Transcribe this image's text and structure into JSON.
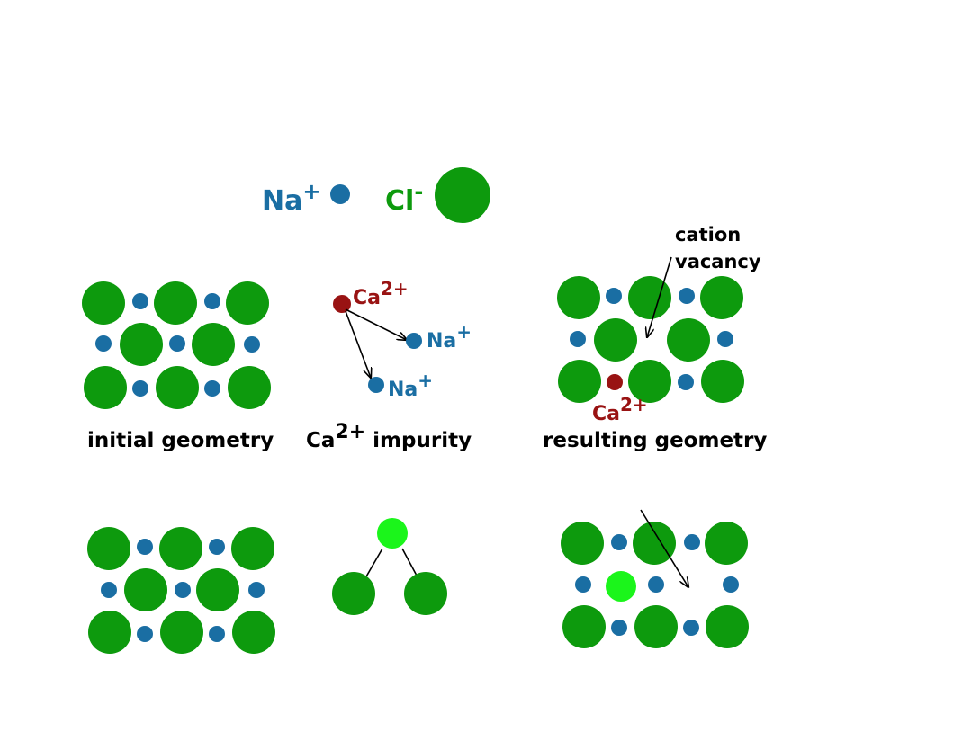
{
  "colors": {
    "sodium": "#1a6ea3",
    "chloride": "#0d9a0d",
    "calcium": "#991313",
    "impurity_bright": "#1bf51b",
    "arrow": "#000000",
    "background": "#ffffff"
  },
  "legend": {
    "na_base": "Na",
    "na_charge": "+",
    "cl_base": "Cl",
    "cl_charge": "-"
  },
  "impurity_panel": {
    "ca_base": "Ca",
    "ca_charge": "2+",
    "na1_base": "Na",
    "na1_charge": "+",
    "na2_base": "Na",
    "na2_charge": "+"
  },
  "result_panel": {
    "vacancy_label_line1": "cation",
    "vacancy_label_line2": "vacancy",
    "ca_base": "Ca",
    "ca_charge": "2+"
  },
  "captions": {
    "initial": "initial geometry",
    "impurity_base": "Ca",
    "impurity_charge": "2+",
    "impurity_rest": " impurity",
    "resulting": "resulting geometry"
  }
}
